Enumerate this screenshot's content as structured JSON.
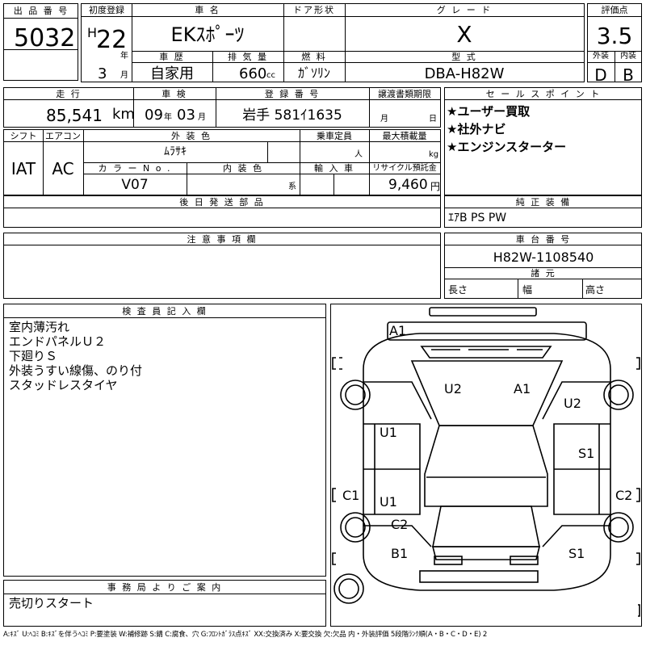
{
  "header": {
    "lot_label": "出 品 番 号",
    "lot_number": "5032",
    "first_reg_label": "初度登録",
    "era": "H",
    "year": "22",
    "year_unit": "年",
    "month": "3",
    "month_unit": "月",
    "car_name_label": "車 名",
    "car_name": "EKｽﾎﾟｰﾂ",
    "door_label": "ドア形状",
    "door_value": "",
    "grade_label": "グ レ ー ド",
    "grade": "X",
    "score_label": "評価点",
    "score": "3.5",
    "history_label": "車 歴",
    "history": "自家用",
    "displacement_label": "排 気 量",
    "displacement": "660",
    "displacement_unit": "cc",
    "fuel_label": "燃 料",
    "fuel": "ｶﾞｿﾘﾝ",
    "model_label": "型 式",
    "model": "DBA-H82W",
    "exterior_label": "外装",
    "exterior_grade": "D",
    "interior_label": "内装",
    "interior_grade": "B"
  },
  "row2": {
    "mileage_label": "走 行",
    "mileage": "85,541",
    "mileage_unit": "km",
    "inspection_label": "車 検",
    "inspection_year": "09",
    "inspection_year_unit": "年",
    "inspection_month": "03",
    "inspection_month_unit": "月",
    "plate_label": "登 録 番 号",
    "plate": "岩手 581ｲ1635",
    "transfer_label": "譲渡書類期限",
    "transfer_month_unit": "月",
    "transfer_day_unit": "日"
  },
  "sales_points": {
    "label": "セ ー ル ス ポ イ ン ト",
    "items": [
      "★ユーザー買取",
      "★社外ナビ",
      "★エンジンスターター"
    ]
  },
  "row3": {
    "shift_label": "シフト",
    "shift": "IAT",
    "ac_label": "エアコン",
    "ac": "AC",
    "ext_color_label": "外 装 色",
    "ext_color": "ﾑﾗｻｷ",
    "capacity_label": "乗車定員",
    "capacity_unit": "人",
    "load_label": "最大積載量",
    "load_unit": "kg",
    "color_no_label": "カ ラ ー N o .",
    "color_no": "V07",
    "int_color_label": "内 装 色",
    "int_color_unit": "系",
    "import_label": "輸 入 車",
    "recycle_label": "リサイクル預託金",
    "recycle": "9,460",
    "recycle_unit": "円"
  },
  "later_parts": {
    "label": "後 日 発 送 部 品",
    "value": ""
  },
  "equipment": {
    "label": "純 正 装 備",
    "value": "ｴｱB PS PW"
  },
  "notes": {
    "label": "注 意 事 項 欄",
    "value": ""
  },
  "chassis": {
    "label": "車 台 番 号",
    "value": "H82W-1108540",
    "specs_label": "諸 元",
    "length_label": "長さ",
    "width_label": "幅",
    "height_label": "高さ"
  },
  "inspector": {
    "label": "検 査 員 記 入 欄",
    "lines": [
      "室内薄汚れ",
      "エンドパネルＵ２",
      "下廻りＳ",
      "外装うすい線傷、のり付",
      "スタッドレスタイヤ"
    ]
  },
  "office": {
    "label": "事 務 局 よ り ご 案 内",
    "value": "売切りスタート"
  },
  "diagram": {
    "marks": {
      "a1_top": "A1",
      "u2_hood": "U2",
      "a1_hood": "A1",
      "u2_right": "U2",
      "u1_left_front": "U1",
      "s1_right": "S1",
      "c1_left": "C1",
      "c2_right": "C2",
      "u1_left_rear": "U1",
      "c2_rear_left": "C2",
      "b1_rear": "B1",
      "s1_rear_right": "S1"
    }
  },
  "legend": "A:ｷｽﾞ U:ﾍｺﾐ B:ｷｽﾞを伴うﾍｺﾐ P:要塗装 W:補修跡 S:錆 C:腐食、穴 G:ﾌﾛﾝﾄｶﾞﾗｽ点ｷｽﾞ XX:交換済み X:要交換 欠:欠品 内・外装評価 5段階ﾗﾝｸ順(A・B・C・D・E) 2"
}
